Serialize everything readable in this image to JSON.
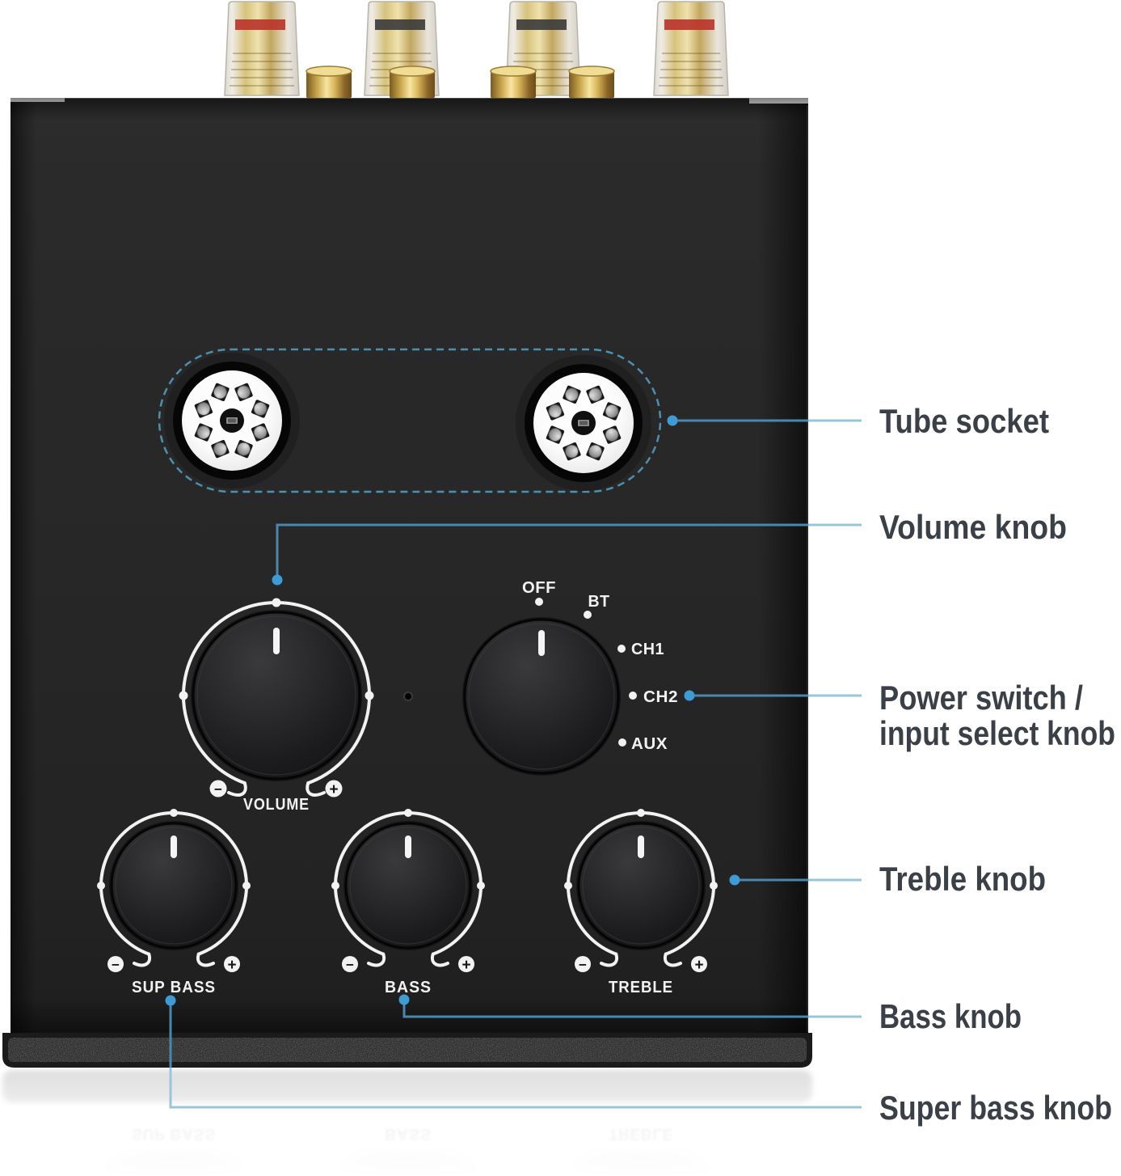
{
  "device": {
    "name": "stereo tube amplifier top panel",
    "panel": {
      "volume_label": "VOLUME",
      "sup_bass_label": "SUP BASS",
      "bass_label": "BASS",
      "treble_label": "TREBLE",
      "minus": "−",
      "plus": "+"
    },
    "selector": [
      "OFF",
      "BT",
      "CH1",
      "CH2",
      "AUX"
    ]
  },
  "callouts": [
    {
      "label": "Tube socket"
    },
    {
      "label": "Volume knob"
    },
    {
      "label": "Power switch /",
      "label_line2": "input select knob"
    },
    {
      "label": "Treble knob"
    },
    {
      "label": "Bass knob"
    },
    {
      "label": "Super bass knob"
    }
  ],
  "colors": {
    "callout_line_on_dark": "#4b86ae",
    "callout_line_on_light": "#98c5d8",
    "callout_dot": "#3e9bd3",
    "dashed_outline": "#4d90b0",
    "label_text": "#3a4047",
    "panel_marking": "#f2f2f2",
    "body_dark": "#272727"
  }
}
